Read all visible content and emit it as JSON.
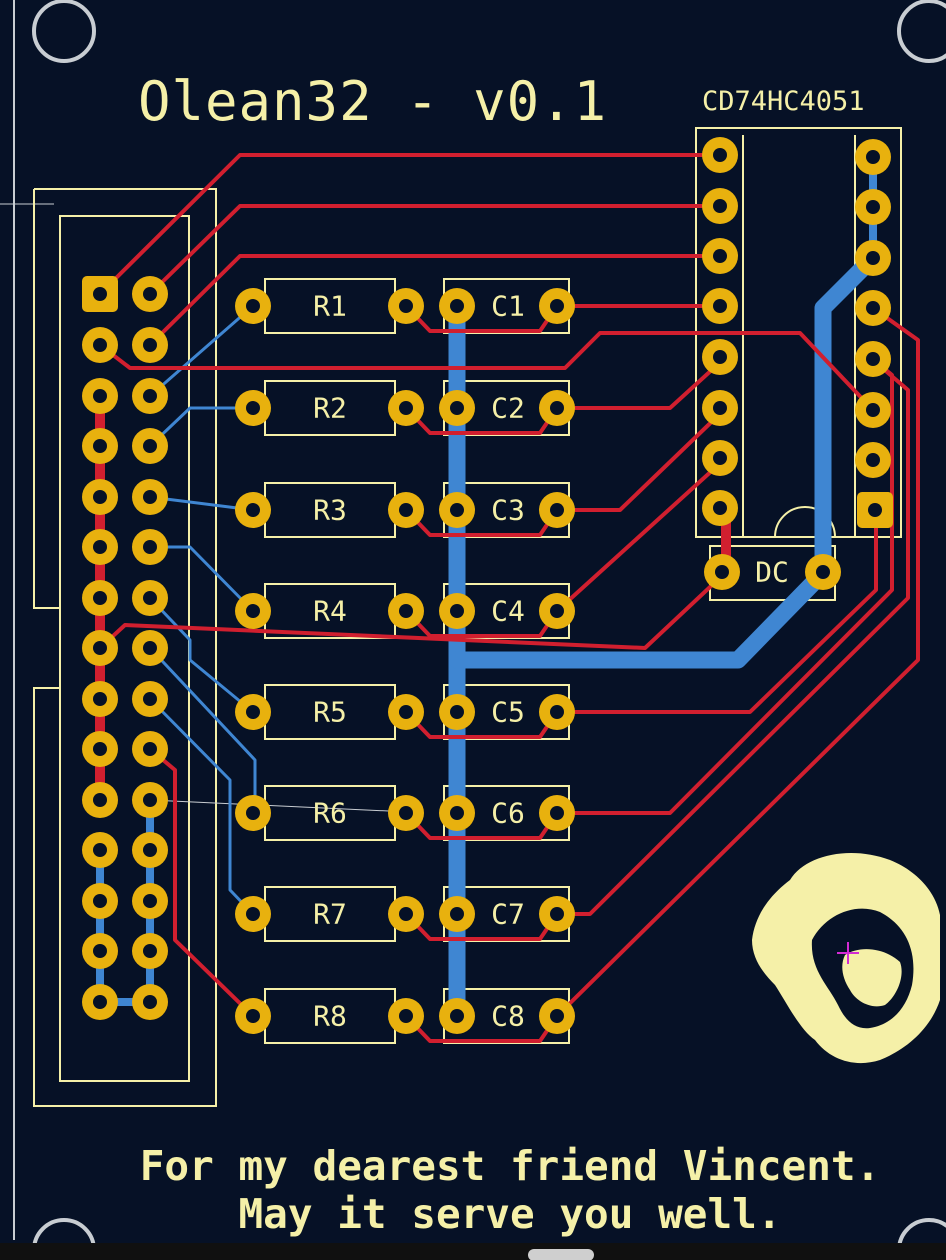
{
  "board": {
    "title": "Olean32 - v0.1",
    "chip_label": "CD74HC4051",
    "capacitor_dc_label": "DC",
    "resistor_labels": [
      "R1",
      "R2",
      "R3",
      "R4",
      "R5",
      "R6",
      "R7",
      "R8"
    ],
    "capacitor_labels": [
      "C1",
      "C2",
      "C3",
      "C4",
      "C5",
      "C6",
      "C7",
      "C8"
    ],
    "dedication_line1": "For my dearest friend Vincent.",
    "dedication_line2": "May it serve you well."
  },
  "colors": {
    "substrate": "#061126",
    "silkscreen": "#f5f0a8",
    "pad_gold": "#e8b10e",
    "front_copper": "#d11f2f",
    "back_copper": "#3f86d2",
    "mounting_hole": "#c8cdd2"
  },
  "components": {
    "header": "2x15 pin header",
    "ic": "16-pin DIP socket",
    "logo": "portrait silhouette"
  }
}
